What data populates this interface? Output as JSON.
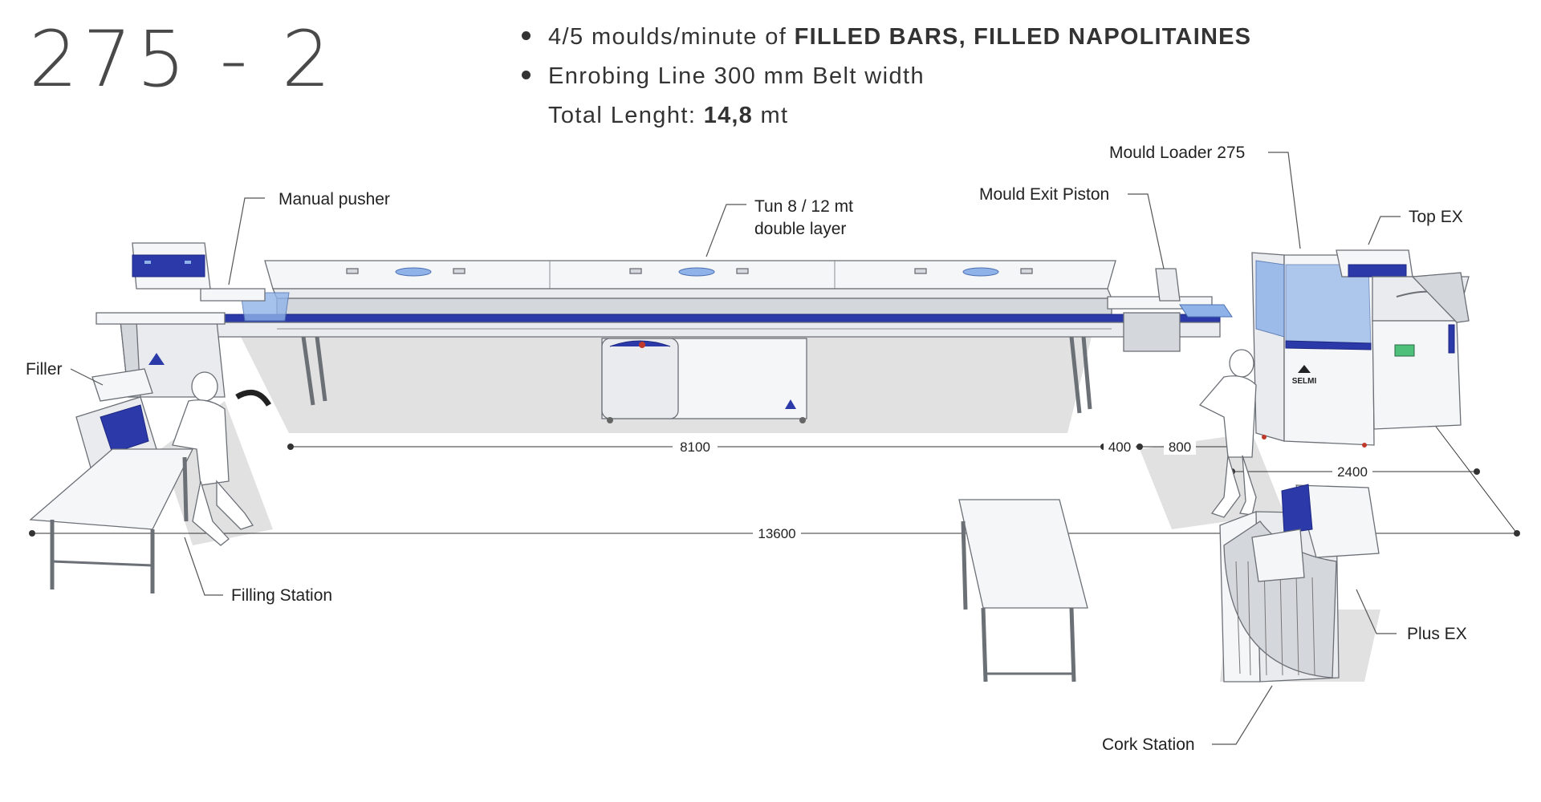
{
  "header": {
    "model": "275 - 2",
    "line1_prefix": "4/5 moulds/minute of ",
    "line1_bold": "FILLED BARS, FILLED NAPOLITAINES",
    "line2": "Enrobing Line 300 mm Belt width",
    "line3_prefix": "Total Lenght: ",
    "line3_bold": "14,8",
    "line3_suffix": " mt"
  },
  "labels": {
    "manual_pusher": "Manual pusher",
    "tun_line1": "Tun 8 / 12 mt",
    "tun_line2": "double layer",
    "mould_loader": "Mould Loader 275",
    "mould_exit_piston": "Mould Exit Piston",
    "top_ex": "Top EX",
    "filler": "Filler",
    "filling_station": "Filling Station",
    "plus_ex": "Plus EX",
    "cork_station": "Cork Station"
  },
  "dimensions": {
    "tunnel": "8100",
    "gap1": "400",
    "gap2": "800",
    "loader": "2400",
    "total": "13600"
  },
  "colors": {
    "accent_blue": "#2b3aa8",
    "light_blue": "#8fb3e8",
    "steel": "#e9ebee"
  },
  "logo": "SELMI"
}
